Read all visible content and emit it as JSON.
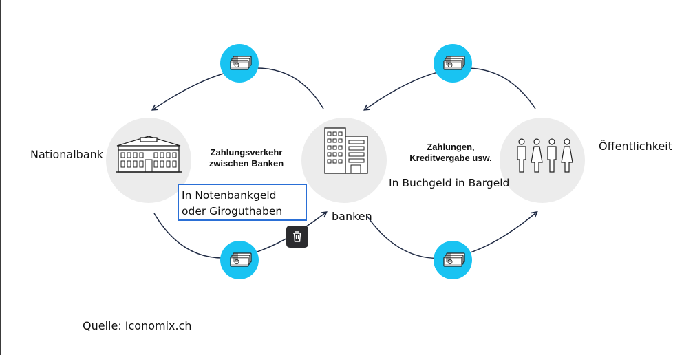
{
  "labels": {
    "nationalbank": "Nationalbank",
    "oeffentlichkeit": "Öffentlichkeit",
    "banken": "banken",
    "zahlungsverkehr_line1": "Zahlungsverkehr",
    "zahlungsverkehr_line2": "zwischen Banken",
    "zahlungen_line1": "Zahlungen,",
    "zahlungen_line2": "Kreditvergabe usw.",
    "buchgeld": "In Buchgeld in Bargeld",
    "source": "Quelle:  Iconomix.ch"
  },
  "textbox": {
    "value": "In Notenbankgeld oder Giroguthaben"
  },
  "icons": {
    "bank_building": "central-bank-icon",
    "commercial_bank": "office-building-icon",
    "public": "people-icon",
    "money": "money-stack-icon",
    "delete": "trash-icon"
  },
  "colors": {
    "money_badge": "#19c3f2",
    "node_circle": "#ececec",
    "arrow": "#1f2a44",
    "selection": "#2a6fd6"
  }
}
